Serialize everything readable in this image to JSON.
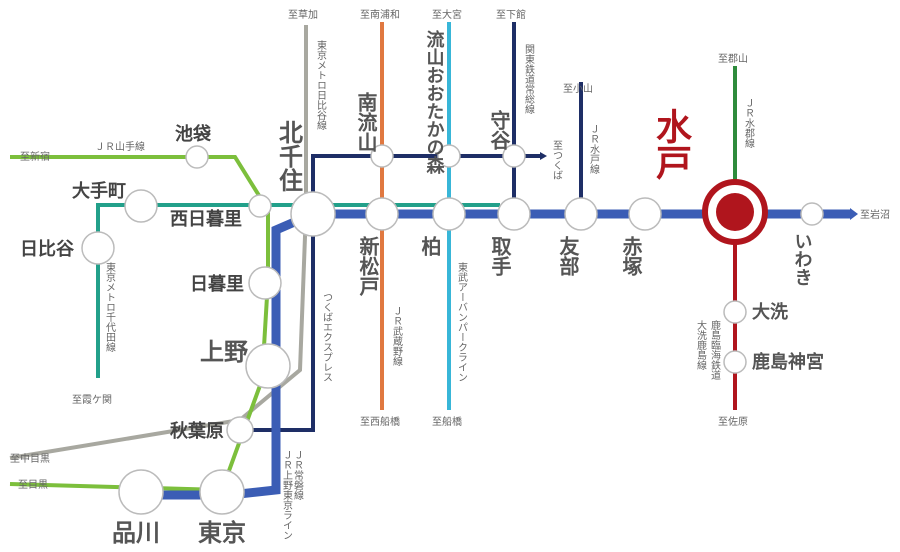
{
  "colors": {
    "joban": "#3b5db5",
    "yamanote": "#7cbf3c",
    "chiyoda": "#22a08a",
    "hibiya": "#a8a8a0",
    "tsukuba": "#1e2e66",
    "musashino": "#e07840",
    "urban_park": "#38b6d8",
    "kanto": "#1e2e66",
    "mito_line": "#2e8b3c",
    "mito_highlight": "#b0151d",
    "text": "#444444",
    "small_text": "#666666"
  },
  "stations": {
    "kitasenju": "北千住",
    "ikebukuro": "池袋",
    "otemachi": "大手町",
    "hibiya": "日比谷",
    "nishinippori": "西日暮里",
    "nippori": "日暮里",
    "ueno": "上野",
    "akihabara": "秋葉原",
    "shinagawa": "品川",
    "tokyo": "東京",
    "minaminagareyama": "南流山",
    "nagareyama_otakanomori": "流山おおたかの森",
    "moriya": "守谷",
    "shinmatsudo": "新松戸",
    "kashiwa": "柏",
    "toride": "取手",
    "tomobe": "友部",
    "akatsuka": "赤塚",
    "mito": "水戸",
    "iwaki": "いわき",
    "oarai": "大洗",
    "kashimajingu": "鹿島神宮"
  },
  "lines": {
    "yamanote": "ＪＲ山手線",
    "hibiya": "東京メトロ日比谷線",
    "chiyoda": "東京メトロ千代田線",
    "tsukuba_express": "つくばエクスプレス",
    "musashino": "ＪＲ武蔵野線",
    "urban_park": "東武アーバンパークライン",
    "kanto": "関東鉄道常総線",
    "mito_line": "ＪＲ水戸線",
    "suigun": "ＪＲ水郡線",
    "joban": "ＪＲ常磐線",
    "ueno_tokyo": "ＪＲ上野東京ライン",
    "kashima_rinkai": "鹿島臨海鉄道",
    "oarai_kashima": "大洗鹿島線"
  },
  "directions": {
    "soka": "至草加",
    "minamiurawa": "至南浦和",
    "omiya": "至大宮",
    "shimodate": "至下館",
    "oyama": "至小山",
    "tsukuba": "至つくば",
    "kooriyama": "至郡山",
    "iwanuma": "至岩沼",
    "shinjuku": "至新宿",
    "kasumigaseki": "至霞ケ関",
    "nishifunabashi": "至西船橋",
    "funabashi": "至船橋",
    "sawara": "至佐原",
    "nakameguro": "至中目黒",
    "meguro": "至目黒"
  }
}
